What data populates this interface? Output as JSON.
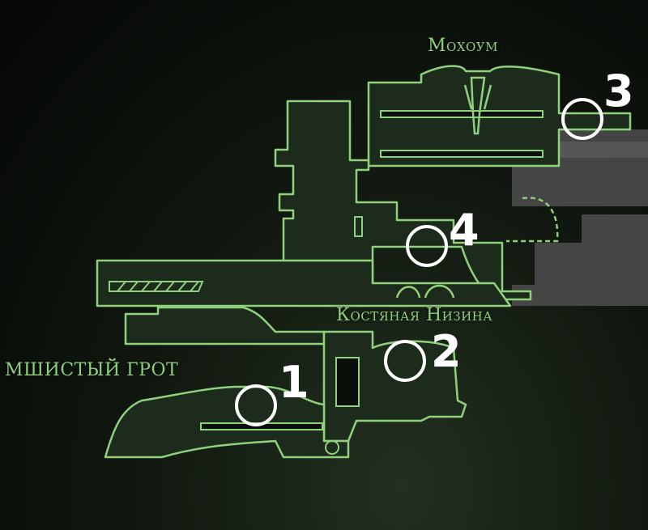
{
  "areas": {
    "mosshome": "Мохоум",
    "bone_bottom": "Костяная Низина",
    "moss_grotto": "мшистый грот"
  },
  "markers": [
    {
      "number": "1"
    },
    {
      "number": "2"
    },
    {
      "number": "3"
    },
    {
      "number": "4"
    }
  ],
  "colors": {
    "outline": "#8fd17c",
    "fill": "#1d2b1c",
    "dim_region": "#4a4a4a",
    "marker": "#ffffff"
  }
}
